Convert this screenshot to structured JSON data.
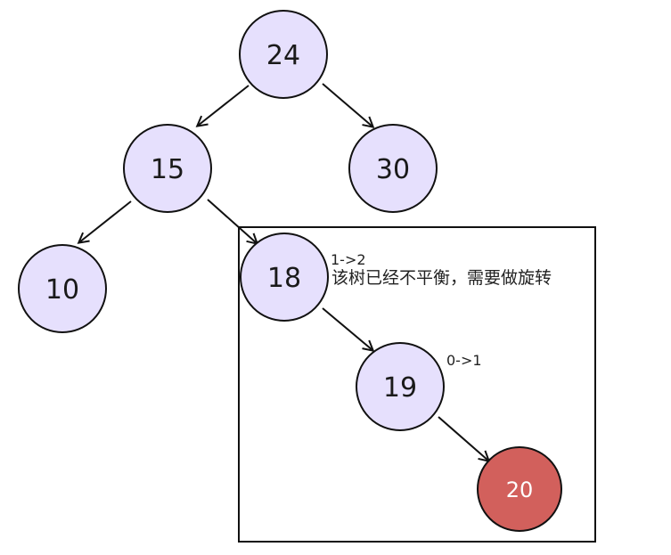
{
  "colors": {
    "node_fill": "#e6e0fd",
    "highlight_fill": "#d2605c",
    "stroke": "#111111"
  },
  "nodes": [
    {
      "id": "24",
      "label": "24",
      "highlight": false
    },
    {
      "id": "15",
      "label": "15",
      "highlight": false
    },
    {
      "id": "30",
      "label": "30",
      "highlight": false
    },
    {
      "id": "10",
      "label": "10",
      "highlight": false
    },
    {
      "id": "18",
      "label": "18",
      "highlight": false
    },
    {
      "id": "19",
      "label": "19",
      "highlight": false
    },
    {
      "id": "20",
      "label": "20",
      "highlight": true
    }
  ],
  "edges": [
    {
      "from": "24",
      "to": "15"
    },
    {
      "from": "24",
      "to": "30"
    },
    {
      "from": "15",
      "to": "10"
    },
    {
      "from": "15",
      "to": "18"
    },
    {
      "from": "18",
      "to": "19"
    },
    {
      "from": "19",
      "to": "20"
    }
  ],
  "annotations": {
    "balance_18": "1->2",
    "balance_19": "0->1",
    "note": "该树已经不平衡，需要做旋转"
  }
}
